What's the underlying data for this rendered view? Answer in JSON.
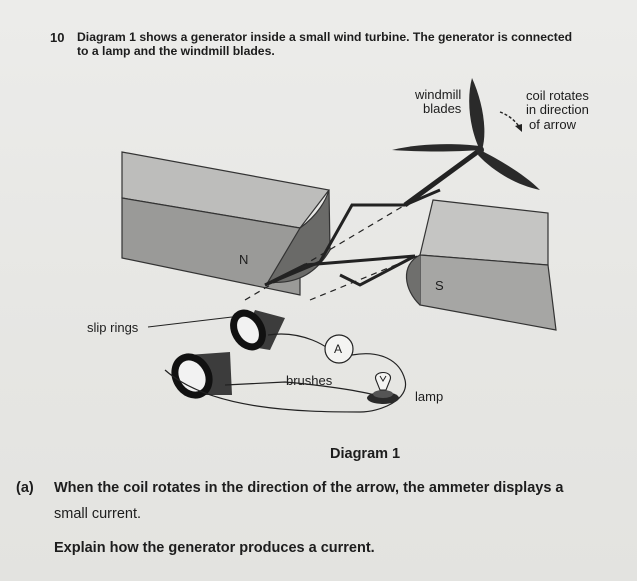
{
  "question": {
    "number": "10",
    "intro_line1": "Diagram 1 shows a generator inside a small wind turbine. The generator is connected",
    "intro_line2": "to a lamp and the windmill blades."
  },
  "diagram": {
    "labels": {
      "windmill_blades_1": "windmill",
      "windmill_blades_2": "blades",
      "coil_rotates_1": "coil rotates",
      "coil_rotates_2": "in direction",
      "coil_rotates_3": "of arrow",
      "north": "N",
      "south": "S",
      "slip_rings": "slip rings",
      "ammeter": "A",
      "brushes": "brushes",
      "lamp": "lamp"
    },
    "caption": "Diagram 1"
  },
  "part_a": {
    "label": "(a)",
    "text_line1": "When the coil rotates in the direction of the arrow, the ammeter displays a",
    "text_line2": "small current.",
    "prompt": "Explain how the generator produces a current."
  }
}
